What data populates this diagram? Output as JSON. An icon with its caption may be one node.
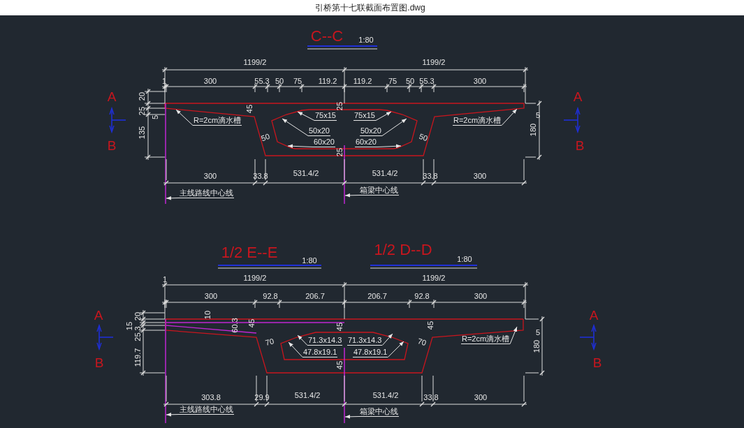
{
  "diagram": {
    "title": "引桥第十七联截面布置图.dwg",
    "nodes": [
      {
        "text": [
          "R=2cm滴水槽"
        ]
      },
      {
        "text": [
          "75x15"
        ]
      },
      {
        "text": [
          "50x20"
        ]
      },
      {
        "text": [
          "60x20"
        ]
      },
      {
        "text": [
          "75x15"
        ]
      },
      {
        "text": [
          "50x20"
        ]
      },
      {
        "text": [
          "60x20"
        ]
      },
      {
        "text": [
          "R=2cm滴水槽"
        ]
      },
      {
        "text": [
          "主线路线中心线"
        ]
      },
      {
        "text": [
          "箱梁中心线"
        ]
      },
      {
        "text": [
          "71.3x14.3"
        ]
      },
      {
        "text": [
          "47.8x19.1"
        ]
      },
      {
        "text": [
          "71.3x14.3"
        ]
      },
      {
        "text": [
          "47.8x19.1"
        ]
      },
      {
        "text": [
          "R=2cm滴水槽"
        ]
      },
      {
        "text": [
          "主线路线中心线"
        ]
      },
      {
        "text": [
          "箱梁中心线"
        ]
      }
    ],
    "edges": [
      {
        "from": 0,
        "to": null,
        "arrow": "to"
      },
      {
        "from": 1,
        "to": null,
        "arrow": "to"
      },
      {
        "from": 2,
        "to": null,
        "arrow": "to"
      },
      {
        "from": 3,
        "to": null,
        "arrow": "to"
      },
      {
        "from": 4,
        "to": null,
        "arrow": "to"
      },
      {
        "from": 5,
        "to": null,
        "arrow": "to"
      },
      {
        "from": 6,
        "to": null,
        "arrow": "to"
      },
      {
        "from": 7,
        "to": null,
        "arrow": "to"
      },
      {
        "from": 8,
        "to": null,
        "arrow": "to"
      },
      {
        "from": 9,
        "to": null,
        "arrow": "to"
      },
      {
        "from": 10,
        "to": null,
        "arrow": "to"
      },
      {
        "from": 11,
        "to": null,
        "arrow": "to"
      },
      {
        "from": 12,
        "to": null,
        "arrow": "to"
      },
      {
        "from": 13,
        "to": null,
        "arrow": "to"
      },
      {
        "from": 14,
        "to": null,
        "arrow": "to"
      },
      {
        "from": 15,
        "to": null,
        "arrow": "to"
      },
      {
        "from": 16,
        "to": null,
        "arrow": "to"
      }
    ],
    "labels": [
      "C--C",
      "1:80",
      "1199/2",
      "1199/2",
      "1",
      "300",
      "55.3",
      "50",
      "75",
      "119.2",
      "119.2",
      "75",
      "50",
      "55.3",
      "300",
      "A",
      "20",
      "A",
      "25",
      "5",
      "45",
      "25",
      "5",
      "135",
      "180",
      "50",
      "50",
      "B",
      "B",
      "25",
      "300",
      "33.8",
      "531.4/2",
      "531.4/2",
      "33.8",
      "300",
      "1/2 E--E",
      "1:80",
      "1/2 D--D",
      "1:80",
      "1",
      "1199/2",
      "1199/2",
      "300",
      "92.8",
      "206.7",
      "206.7",
      "92.8",
      "300",
      "A",
      "15",
      "20",
      "25.3",
      "10",
      "60.3",
      "45",
      "45",
      "45",
      "5",
      "A",
      "180",
      "70",
      "70",
      "B",
      "119.7",
      "45",
      "B",
      "303.8",
      "29.9",
      "531.4/2",
      "531.4/2",
      "33.8",
      "300"
    ]
  }
}
